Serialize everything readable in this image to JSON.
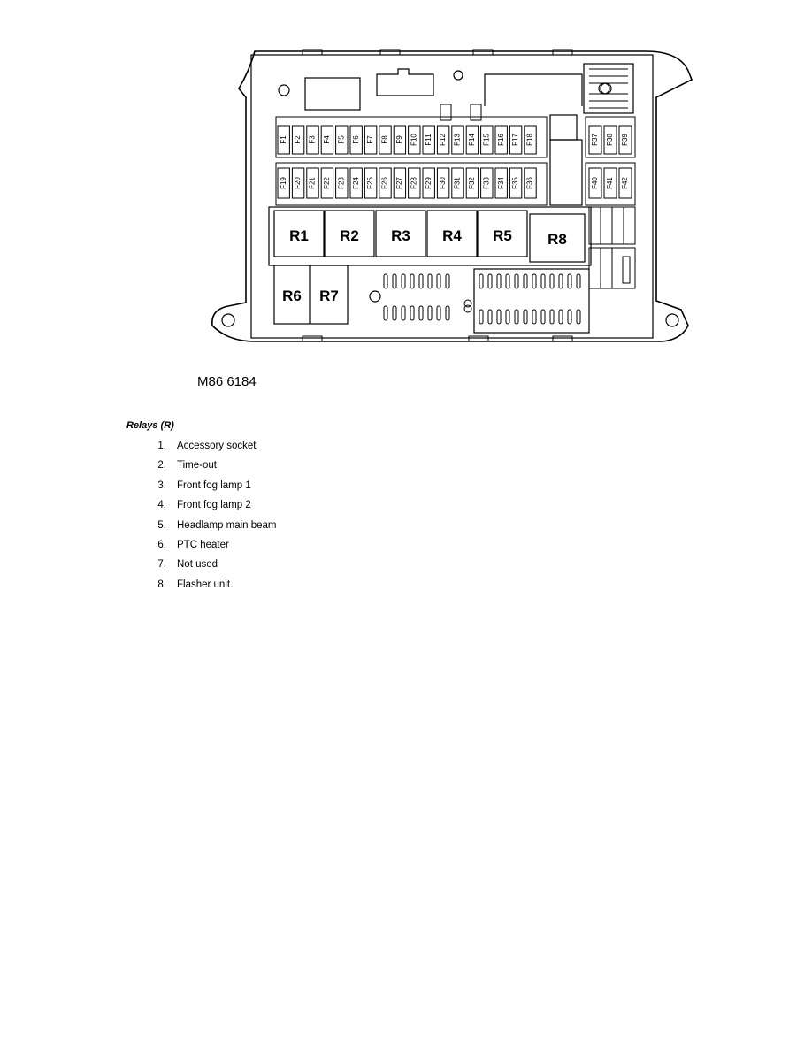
{
  "diagram": {
    "relay_labels": [
      "R1",
      "R2",
      "R3",
      "R4",
      "R5",
      "R8",
      "R6",
      "R7"
    ],
    "fuse_row1": [
      "F1",
      "F2",
      "F3",
      "F4",
      "F5",
      "F6",
      "F7",
      "F8",
      "F9",
      "F10",
      "F11",
      "F12",
      "F13",
      "F14",
      "F15",
      "F16",
      "F17",
      "F18"
    ],
    "fuse_row1_right": [
      "F37",
      "F38",
      "F39"
    ],
    "fuse_row2": [
      "F19",
      "F20",
      "F21",
      "F22",
      "F23",
      "F24",
      "F25",
      "F26",
      "F27",
      "F28",
      "F29",
      "F30",
      "F31",
      "F32",
      "F33",
      "F34",
      "F35",
      "F36"
    ],
    "fuse_row2_right": [
      "F40",
      "F41",
      "F42"
    ]
  },
  "figure_id": "M86 6184",
  "section_title": "Relays (R)",
  "relays": [
    {
      "num": "1.",
      "text": "Accessory socket"
    },
    {
      "num": "2.",
      "text": "Time-out"
    },
    {
      "num": "3.",
      "text": "Front fog lamp 1"
    },
    {
      "num": "4.",
      "text": "Front fog lamp 2"
    },
    {
      "num": "5.",
      "text": "Headlamp main beam"
    },
    {
      "num": "6.",
      "text": "PTC heater"
    },
    {
      "num": "7.",
      "text": "Not used"
    },
    {
      "num": "8.",
      "text": "Flasher unit."
    }
  ]
}
